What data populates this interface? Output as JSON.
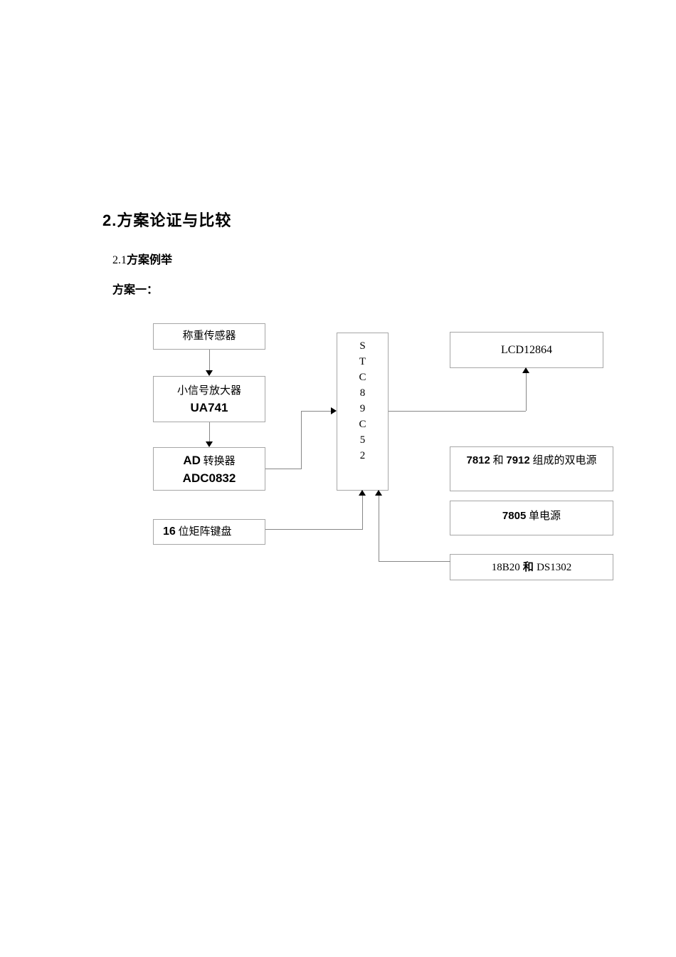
{
  "page": {
    "heading": "2.方案论证与比较",
    "subheading_no": "2.1",
    "subheading_cn": "方案例举",
    "scheme_label": "方案一："
  },
  "diagram": {
    "boxes": {
      "sensor": {
        "label": "称重传感器"
      },
      "amplifier": {
        "line1": "小信号放大器",
        "line2": "UA741"
      },
      "adc": {
        "line1_num": "AD",
        "line1_cn": " 转换器",
        "line2": "ADC0832"
      },
      "keypad": {
        "num": "16",
        "cn": " 位矩阵键盘"
      },
      "mcu": {
        "letters": [
          "S",
          "T",
          "C",
          "8",
          "9",
          "C",
          "5",
          "2"
        ]
      },
      "lcd": {
        "label": "LCD12864"
      },
      "dual_supply": {
        "num1": "7812",
        "cn1": " 和 ",
        "num2": "7912",
        "cn2": " 组成的双电源"
      },
      "single_supply": {
        "num": "7805",
        "cn": " 单电源"
      },
      "rtc_temp": {
        "part1": "18B20",
        "conj": " 和 ",
        "part2": "DS1302"
      }
    },
    "colors": {
      "box_border": "#a6a6a6",
      "connector_line": "#878787",
      "arrowhead": "#000000",
      "text": "#000000",
      "background": "#ffffff"
    }
  }
}
